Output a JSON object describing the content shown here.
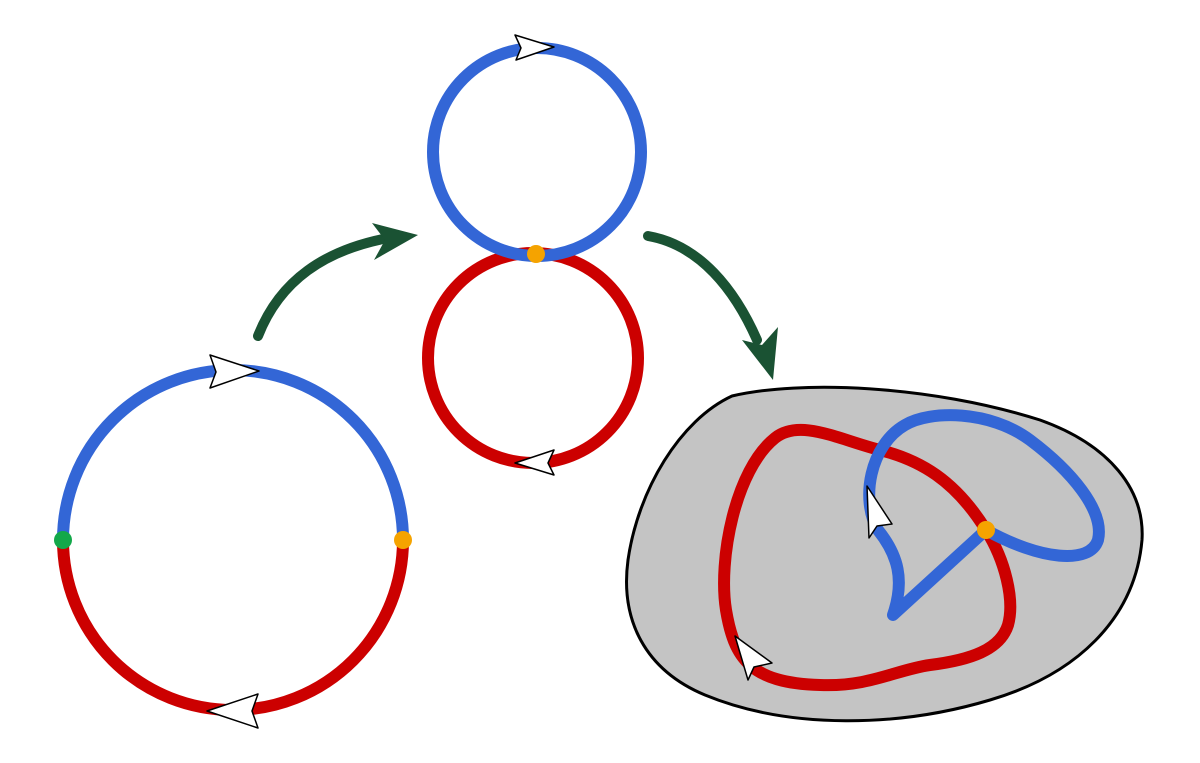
{
  "colors": {
    "background": "#ffffff",
    "path_blue": "#3366d6",
    "path_red": "#cc0000",
    "basepoint": "#f5a300",
    "start_point": "#13a84a",
    "transition_arrow": "#1a5233",
    "surface_fill": "#c4c4c4",
    "surface_outline": "#000000",
    "direction_marker_fill": "#ffffff",
    "direction_marker_stroke": "#000000"
  },
  "panels": [
    {
      "name": "circle-split-by-two-points",
      "segments": [
        "blue-upper-arc",
        "red-lower-arc"
      ],
      "points": [
        "start-point",
        "basepoint"
      ],
      "direction_markers": 2
    },
    {
      "name": "two-loops-wedge",
      "segments": [
        "blue-loop",
        "red-loop"
      ],
      "points": [
        "basepoint"
      ],
      "direction_markers": 2
    },
    {
      "name": "loops-on-surface",
      "segments": [
        "red-loop",
        "blue-loop"
      ],
      "points": [
        "basepoint"
      ],
      "direction_markers": 2,
      "surface": "grey-blob"
    }
  ],
  "transitions": [
    {
      "from": "circle-split-by-two-points",
      "to": "two-loops-wedge"
    },
    {
      "from": "two-loops-wedge",
      "to": "loops-on-surface"
    }
  ]
}
